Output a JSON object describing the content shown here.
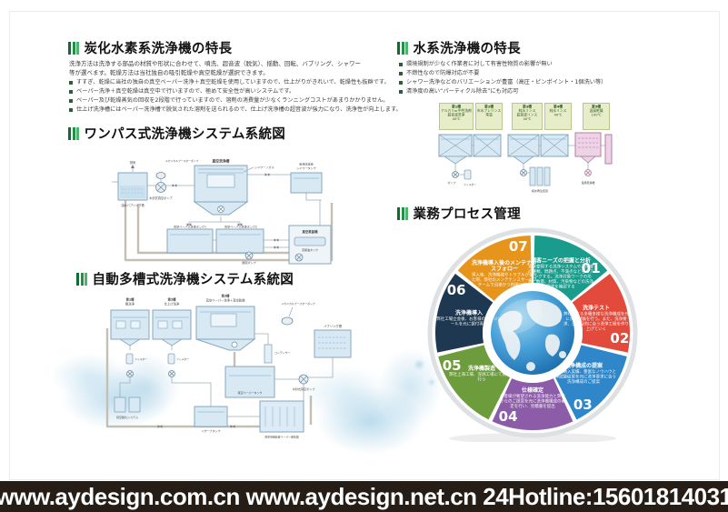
{
  "footer": {
    "line": "www.aydesign.com.cn www.aydesign.net.cn 24Hotline:15601814031"
  },
  "hydrocarbon": {
    "title": "炭化水素系洗浄機の特長",
    "intro": "洗浄方法は洗浄する部品の材質や形状に合わせて、噴洗、超音波（脱気）、揺動、回転、バブリング、シャワー等が選べます。乾燥方法は当社独自の吸引乾燥や真空乾燥が選択できます。",
    "bullets": [
      "すすぎ、乾燥に当社の独自の真空ベーパー洗浄＋真空乾燥を使用していますので、仕上がりがきれいで、乾燥性も抜群です。",
      "ベーパー洗浄＋真空乾燥は真空中で行いますので、極めて安全性が高いシステムです。",
      "ベーパー及び乾燥蒸気の回収を2段階で行っていますので、溶剤の消費量が少なくランニングコストがあまりかかりません。",
      "仕上げ洗浄槽にはベーパー洗浄槽で脱気された溶剤を送られるので、仕上げ洗浄槽の超音波が強力になり、洗浄性が向上します。"
    ]
  },
  "onepass": {
    "title": "ワンパス式洗浄機システム系統図",
    "labels": {
      "exhaust": "排気",
      "left_tank": "油水バブリング槽",
      "booster_note": "メカニカルブースターポンプ",
      "vacuum_pump": "水封式真空ポンプ",
      "wash_tank": "真空洗浄槽",
      "shower_nozzle": "シャワーノズル",
      "shower_tank_1": "新液圧送液",
      "shower_tank_2": "シャワータンク",
      "vapor_tank1": "真空ベーパー洗浄タンク1",
      "vapor_tank2": "真空ベーパー洗浄タンク2",
      "still": "真空蒸留機",
      "oil_tank": "蒸留油タンク",
      "circ_pump": "循環ポンプ"
    }
  },
  "multitank": {
    "title": "自動多槽式洗浄機システム系統図",
    "labels": {
      "t1_no": "第1槽",
      "t1_name": "粗洗浄",
      "t2_no": "第2槽",
      "t2_name": "仕上げ洗浄",
      "t3_no": "第3槽",
      "t3_name": "真空ベーパー洗浄＋真空乾燥",
      "bubbling": "バブリング槽",
      "booster": "メカニカルブースターポンプ",
      "vacuum_pump": "水封式真空ポンプ",
      "condenser": "コンデンサー",
      "filter1": "フィルター",
      "filter2": "フィルター",
      "degas": "真空脱気システム",
      "reserve": "リザーブタンク",
      "vapor_tank": "真空ベーパータンク",
      "generator": "真空蒸留装置ベーパー発生器"
    }
  },
  "water": {
    "title": "水系洗浄機の特長",
    "bullets": [
      "環境規制が少なく作業者に対して有害性物質の影響が無い",
      "不燃性なので防爆対応が不要",
      "シャワー洗浄などのバリエーションが豊富（高圧・ピンポイント・1個洗い等）",
      "清浄度の高い“パーティクル除去”にも対応可"
    ],
    "tanks": [
      {
        "name": "第1槽",
        "line2": "アルカリor中性洗剤",
        "line3": "超音波洗浄",
        "temp": "40℃"
      },
      {
        "name": "第2槽",
        "line2": "市水プレリンス",
        "line3": "",
        "temp": "常温"
      },
      {
        "name": "第3槽",
        "line2": "純水リンス",
        "line3": "超音波リンス",
        "temp": "40℃"
      },
      {
        "name": "第4槽",
        "line2": "純水リンス",
        "line3": "",
        "temp": "40℃"
      },
      {
        "name": "第5槽",
        "line2": "温風乾燥",
        "line3": "",
        "temp": "100℃"
      }
    ],
    "train_labels": {
      "pump": "ポンプ",
      "filter": "フィルター",
      "di": "純水再生装置",
      "dryer": "温風乾燥機"
    }
  },
  "process": {
    "title": "業務プロセス管理",
    "segments": [
      {
        "num": "01",
        "title": "顧客ニーズの把握と分析",
        "body": "現状使用する洗浄システムや洗浄液の種類、問題点、不満点などをヒアリングする。洗浄対象ワークの形状、数量、材質、汚染物などの洗浄要求を確認する",
        "color": "#1a9c8d"
      },
      {
        "num": "02",
        "title": "洗浄テスト",
        "body": "弊社による多種多様な洗浄機成を元に洗浄試験を行う。また、洗浄要求、洗浄目的に合う洗浄工程を作り上げていく",
        "color": "#e24b3c"
      },
      {
        "num": "03",
        "title": "洗浄構成の提案",
        "body": "過去の納入実績、豊富なノウハウと洗浄試験結果を元に洗浄要求に合う洗浄構成のご提案",
        "color": "#2f86c9"
      },
      {
        "num": "04",
        "title": "仕様確定",
        "body": "お客様が要望される洗浄能力と弊社からのご提案を元に洗浄機構成の確定を行い、見積書を提出",
        "color": "#8d5ca8"
      },
      {
        "num": "05",
        "title": "洗浄機製造",
        "body": "弊社上海工場、深圳工場にて製造を行う",
        "color": "#6d9c3c"
      },
      {
        "num": "06",
        "title": "洗浄機導入",
        "body": "弊社工場立会後、お客様のスケジュールを元に据付導入",
        "color": "#1d3850"
      },
      {
        "num": "07",
        "title": "洗浄機導入後のメンテナンスフォロー",
        "body": "導入後、洗浄機器やトラブルがあった際、弊社のメンテナンスサービスチームで迅速かつ的確に対応",
        "color": "#e6941c"
      }
    ]
  }
}
